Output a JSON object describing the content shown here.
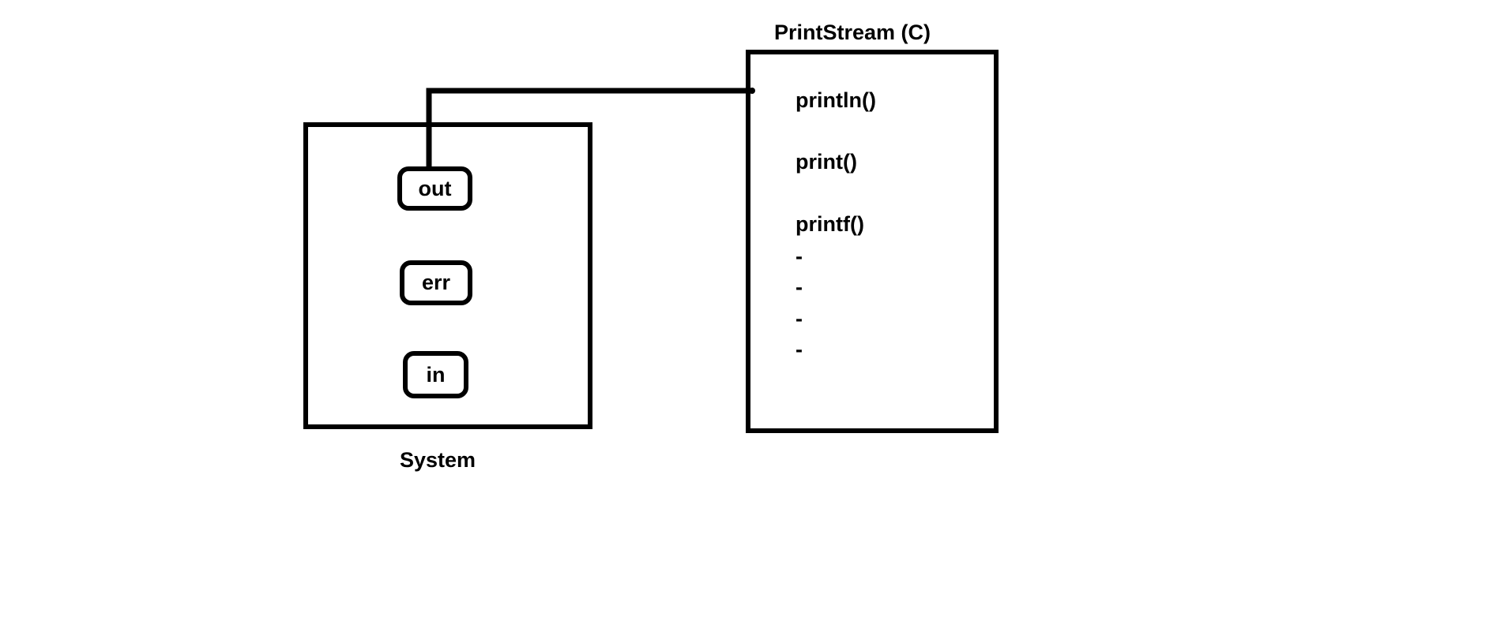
{
  "system": {
    "label": "System",
    "fields": {
      "out": "out",
      "err": "err",
      "in": "in"
    }
  },
  "printstream": {
    "label": "PrintStream (C)",
    "methods": [
      "println()",
      "print()",
      "printf()",
      "-",
      "-",
      "-",
      "-"
    ]
  },
  "colors": {
    "stroke": "#000000",
    "background": "#ffffff"
  }
}
